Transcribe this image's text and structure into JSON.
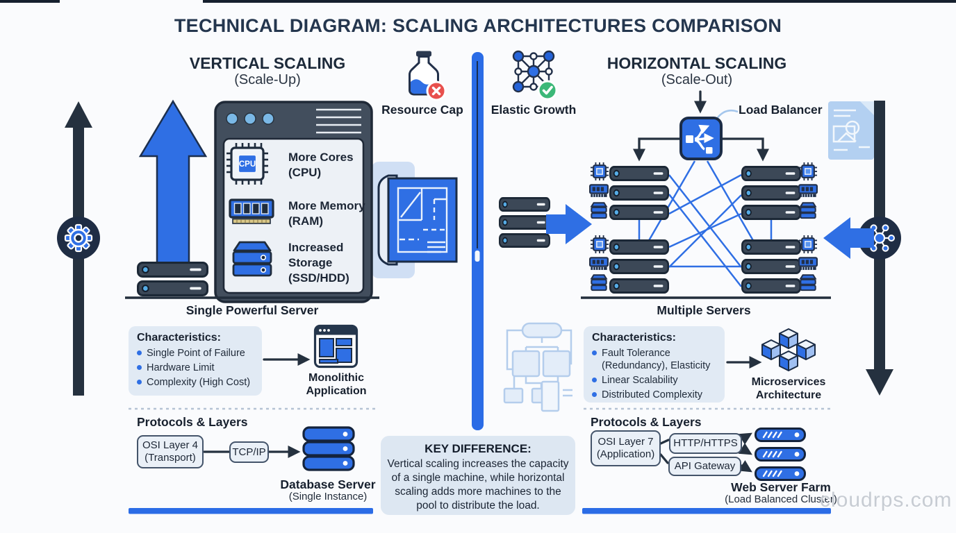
{
  "title": "TECHNICAL DIAGRAM: SCALING ARCHITECTURES COMPARISON",
  "watermark": "cloudrps.com",
  "colors": {
    "accent_blue": "#2f6fe4",
    "dark_navy": "#25313f",
    "error_red": "#e8504d",
    "success_green": "#3cb878",
    "panel_fill": "#e1eaf4"
  },
  "vertical": {
    "heading": "VERTICAL SCALING",
    "subheading": "(Scale-Up)",
    "cpu_chip_text": "CPU",
    "features": [
      "More Cores\n(CPU)",
      "More Memory\n(RAM)",
      "Increased\nStorage\n(SSD/HDD)"
    ],
    "server_caption": "Single Powerful Server",
    "characteristics_heading": "Characteristics:",
    "characteristics": [
      "Single Point of Failure",
      "Hardware Limit",
      "Complexity (High Cost)"
    ],
    "architecture_label": "Monolithic\nApplication",
    "protocols_heading": "Protocols & Layers",
    "osi_layer": "OSI Layer 4\n(Transport)",
    "protocol": "TCP/IP",
    "target": "Database Server",
    "target_sub": "(Single Instance)"
  },
  "middle": {
    "resource_cap_label": "Resource Cap",
    "elastic_growth_label": "Elastic Growth",
    "key_difference_heading": "KEY DIFFERENCE:",
    "key_difference_body": "Vertical scaling increases the capacity\nof a single machine, while horizontal\nscaling adds more machines to the\npool to distribute the load."
  },
  "horizontal": {
    "heading": "HORIZONTAL SCALING",
    "subheading": "(Scale-Out)",
    "load_balancer_label": "Load Balancer",
    "server_caption": "Multiple Servers",
    "characteristics_heading": "Characteristics:",
    "characteristics": [
      "Fault Tolerance\n(Redundancy), Elasticity",
      "Linear Scalability",
      "Distributed Complexity"
    ],
    "architecture_label": "Microservices\nArchitecture",
    "protocols_heading": "Protocols & Layers",
    "osi_layer": "OSI Layer 7\n(Application)",
    "protocol_http": "HTTP/HTTPS",
    "protocol_api": "API Gateway",
    "target": "Web Server Farm",
    "target_sub": "(Load Balanced Cluster)"
  }
}
